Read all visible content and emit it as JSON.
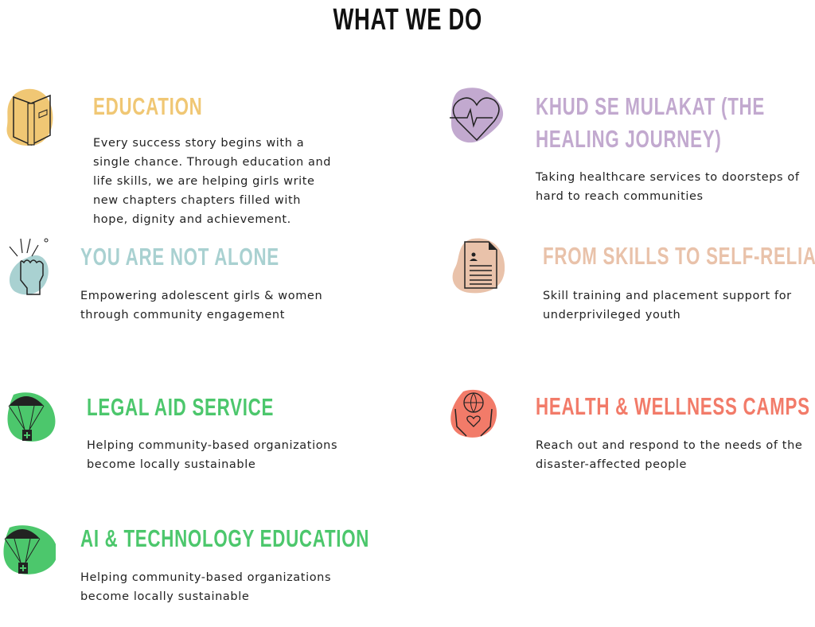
{
  "title": "WHAT WE DO",
  "cards": [
    {
      "id": "education",
      "heading": "EDUCATION",
      "color": "#f0c774",
      "icon": "book-icon",
      "lines": [
        "Every success story begins with a",
        "single chance. Through education and",
        "life skills, we are helping girls write",
        "new chapters chapters filled with",
        "hope, dignity and achievement."
      ]
    },
    {
      "id": "not-alone",
      "heading": "YOU ARE NOT ALONE",
      "color": "#a9d1d1",
      "icon": "raised-fist-icon",
      "lines": [
        "Empowering adolescent girls & women",
        "through community engagement"
      ]
    },
    {
      "id": "legal",
      "heading": "LEGAL AID SERVICE",
      "color": "#4cc76c",
      "icon": "parachute-aid-icon",
      "lines": [
        "Helping community-based organizations",
        "become locally sustainable"
      ]
    },
    {
      "id": "ai",
      "heading": "AI & TECHNOLOGY EDUCATION",
      "color": "#4cc76c",
      "icon": "parachute-aid-icon",
      "lines": [
        "Helping community-based organizations",
        "become locally sustainable"
      ]
    },
    {
      "id": "khud",
      "heading": "KHUD SE MULAKAT (THE",
      "heading2": "HEALING JOURNEY)",
      "color": "#c2a9cf",
      "icon": "heartbeat-icon",
      "lines": [
        "Taking healthcare services to doorsteps of",
        "hard to reach communities"
      ]
    },
    {
      "id": "skills",
      "heading": "FROM SKILLS TO SELF-RELIANCE",
      "color": "#e9c2aa",
      "icon": "resume-document-icon",
      "lines": [
        "Skill training and placement support for",
        "underprivileged youth"
      ]
    },
    {
      "id": "health",
      "heading": "HEALTH & WELLNESS CAMPS",
      "color": "#f27b69",
      "icon": "hands-globe-heart-icon",
      "lines": [
        "Reach out and respond to the needs of the",
        "disaster-affected people"
      ]
    }
  ]
}
